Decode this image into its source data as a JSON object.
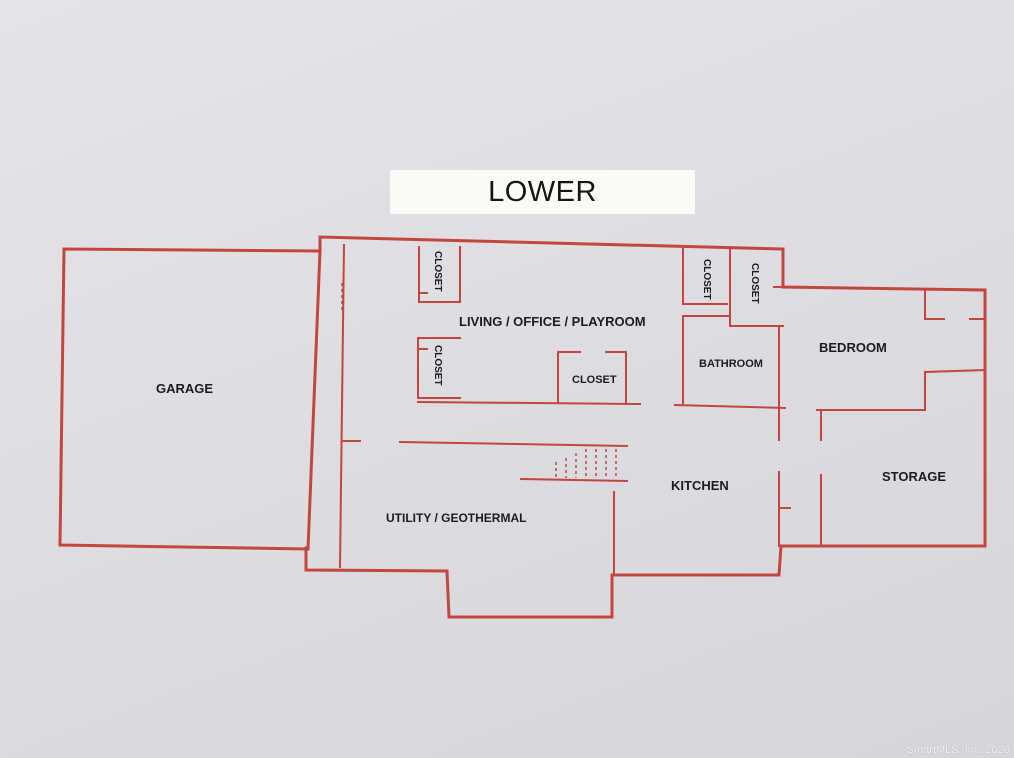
{
  "floor_title": "LOWER",
  "rooms": {
    "garage": "GARAGE",
    "living_office_playroom": "LIVING / OFFICE / PLAYROOM",
    "closet_top_left": "CLOSET",
    "closet_mid_left": "CLOSET",
    "closet_center": "CLOSET",
    "closet_top_right_a": "CLOSET",
    "closet_top_right_b": "CLOSET",
    "bathroom": "BATHROOM",
    "bedroom": "BEDROOM",
    "kitchen": "KITCHEN",
    "storage": "STORAGE",
    "utility_geothermal": "UTILITY / GEOTHERMAL"
  },
  "colors": {
    "wall": "#c2463f",
    "label": "#1c1c1c"
  },
  "copyright": "©SmartMLS, Inc. 2020"
}
